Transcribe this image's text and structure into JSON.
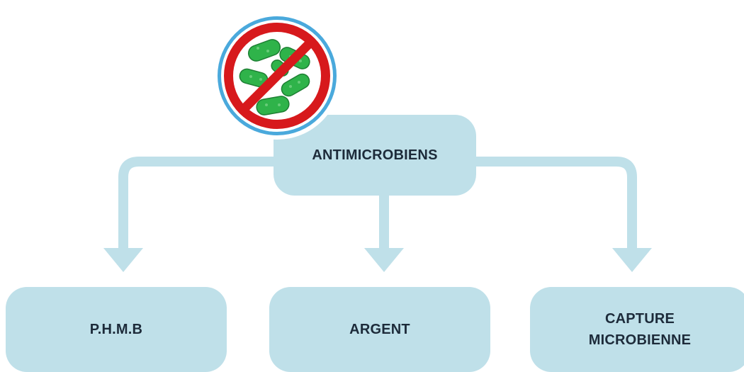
{
  "diagram": {
    "root": {
      "label": "ANTIMICROBIENS"
    },
    "children": [
      {
        "label": "P.H.M.B"
      },
      {
        "label": "ARGENT"
      },
      {
        "label_line1": "CAPTURE",
        "label_line2": "MICROBIENNE"
      }
    ],
    "badge": {
      "icon": "no-bacteria-icon"
    },
    "colors": {
      "node_fill": "#bfe0e9",
      "connector": "#bfe0e9",
      "text": "#1d2b3a",
      "ban_red": "#d7191c",
      "badge_ring": "#4aa9dc",
      "bacteria_green": "#2fb34a"
    }
  }
}
